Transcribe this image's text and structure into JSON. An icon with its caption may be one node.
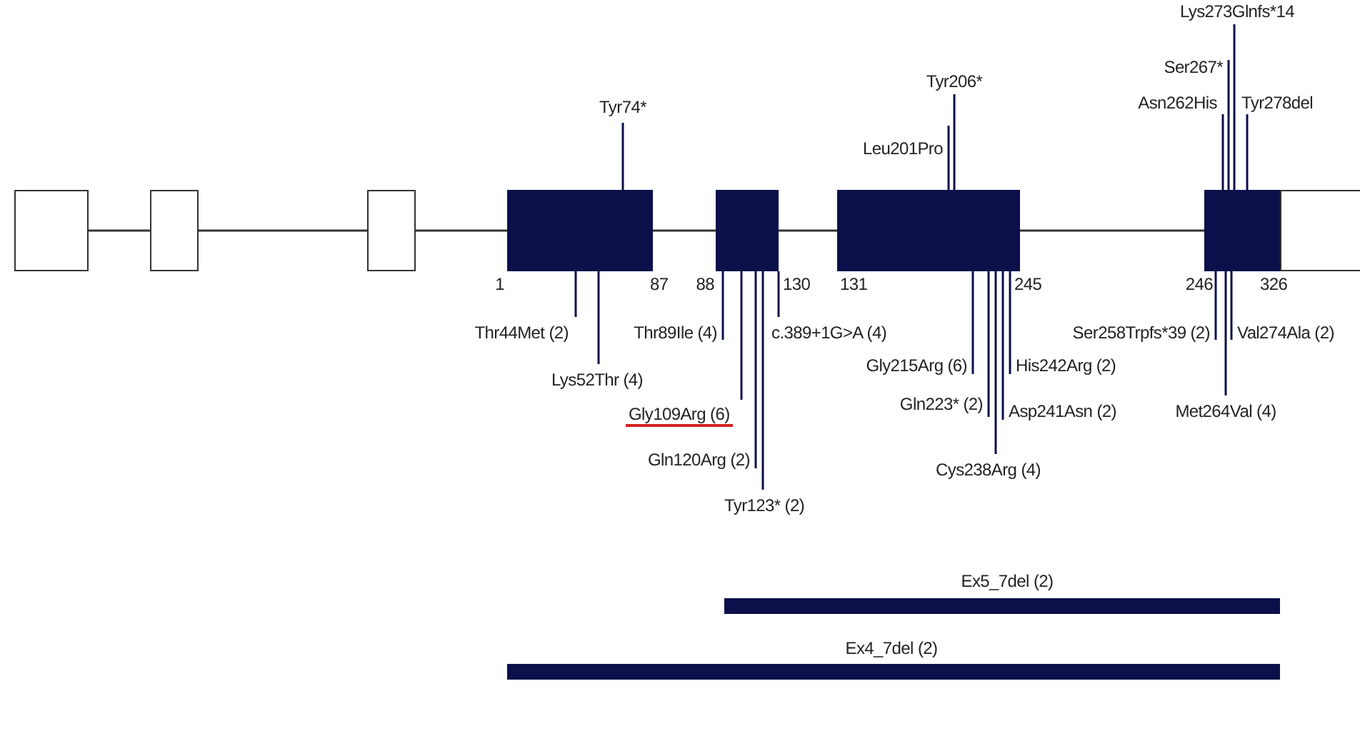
{
  "diagram": {
    "nodes": [
      {
        "text": [],
        "shape": "box"
      },
      {
        "text": [],
        "shape": "box"
      },
      {
        "text": [],
        "shape": "box"
      },
      {
        "text": [],
        "shape": "box"
      },
      {
        "text": [],
        "shape": "box"
      },
      {
        "text": [],
        "shape": "box"
      },
      {
        "text": [],
        "shape": "box"
      },
      {
        "text": [],
        "shape": "box"
      },
      {
        "text": [
          "Tyr74*"
        ]
      },
      {
        "text": [
          "Leu201Pro"
        ]
      },
      {
        "text": [
          "Tyr206*"
        ]
      },
      {
        "text": [
          "Lys273Glnfs*14"
        ]
      },
      {
        "text": [
          "Ser267*"
        ]
      },
      {
        "text": [
          "Asn262His"
        ]
      },
      {
        "text": [
          "Tyr278del"
        ]
      },
      {
        "text": [
          "Thr44Met (2)"
        ]
      },
      {
        "text": [
          "Lys52Thr (4)"
        ]
      },
      {
        "text": [
          "Thr89Ile (4)"
        ]
      },
      {
        "text": [
          "Gly109Arg (6)"
        ]
      },
      {
        "text": [
          "Gln120Arg (2)"
        ]
      },
      {
        "text": [
          "Tyr123* (2)"
        ]
      },
      {
        "text": [
          "c.389+1G>A (4)"
        ]
      },
      {
        "text": [
          "Gly215Arg (6)"
        ]
      },
      {
        "text": [
          "Gln223* (2)"
        ]
      },
      {
        "text": [
          "Cys238Arg (4)"
        ]
      },
      {
        "text": [
          "His242Arg (2)"
        ]
      },
      {
        "text": [
          "Asp241Asn (2)"
        ]
      },
      {
        "text": [
          "Ser258Trpfs*39 (2)"
        ]
      },
      {
        "text": [
          "Val274Ala (2)"
        ]
      },
      {
        "text": [
          "Met264Val (4)"
        ]
      },
      {
        "text": [],
        "shape": "bar",
        "beside": [
          "Ex5_7del (2)"
        ]
      },
      {
        "text": [],
        "shape": "bar",
        "beside": [
          "Ex4_7del (2)"
        ]
      }
    ],
    "edges": [
      {
        "from": 0,
        "to": 1,
        "arrow": "none"
      },
      {
        "from": 1,
        "to": 2,
        "arrow": "none"
      },
      {
        "from": 2,
        "to": 3,
        "arrow": "none"
      },
      {
        "from": 3,
        "to": 4,
        "arrow": "none"
      },
      {
        "from": 4,
        "to": 5,
        "arrow": "none"
      },
      {
        "from": 5,
        "to": 6,
        "arrow": "none"
      },
      {
        "from": 8,
        "to": 3,
        "arrow": "none"
      },
      {
        "from": 9,
        "to": 5,
        "arrow": "none"
      },
      {
        "from": 10,
        "to": 5,
        "arrow": "none"
      },
      {
        "from": 11,
        "to": 6,
        "arrow": "none"
      },
      {
        "from": 12,
        "to": 6,
        "arrow": "none"
      },
      {
        "from": 13,
        "to": 6,
        "arrow": "none"
      },
      {
        "from": 14,
        "to": 6,
        "arrow": "none"
      },
      {
        "from": 15,
        "to": 3,
        "arrow": "none"
      },
      {
        "from": 16,
        "to": 3,
        "arrow": "none"
      },
      {
        "from": 17,
        "to": 4,
        "arrow": "none"
      },
      {
        "from": 18,
        "to": 4,
        "arrow": "none"
      },
      {
        "from": 19,
        "to": 4,
        "arrow": "none"
      },
      {
        "from": 20,
        "to": 4,
        "arrow": "none"
      },
      {
        "from": 21,
        "to": 4,
        "arrow": "none"
      },
      {
        "from": 22,
        "to": 5,
        "arrow": "none"
      },
      {
        "from": 23,
        "to": 5,
        "arrow": "none"
      },
      {
        "from": 24,
        "to": 5,
        "arrow": "none"
      },
      {
        "from": 25,
        "to": 5,
        "arrow": "none"
      },
      {
        "from": 26,
        "to": 5,
        "arrow": "none"
      },
      {
        "from": 27,
        "to": 6,
        "arrow": "none"
      },
      {
        "from": 28,
        "to": 6,
        "arrow": "none"
      },
      {
        "from": 29,
        "to": 6,
        "arrow": "none"
      }
    ],
    "labels": [
      "1",
      "87",
      "88",
      "130",
      "131",
      "245",
      "246",
      "326"
    ]
  }
}
